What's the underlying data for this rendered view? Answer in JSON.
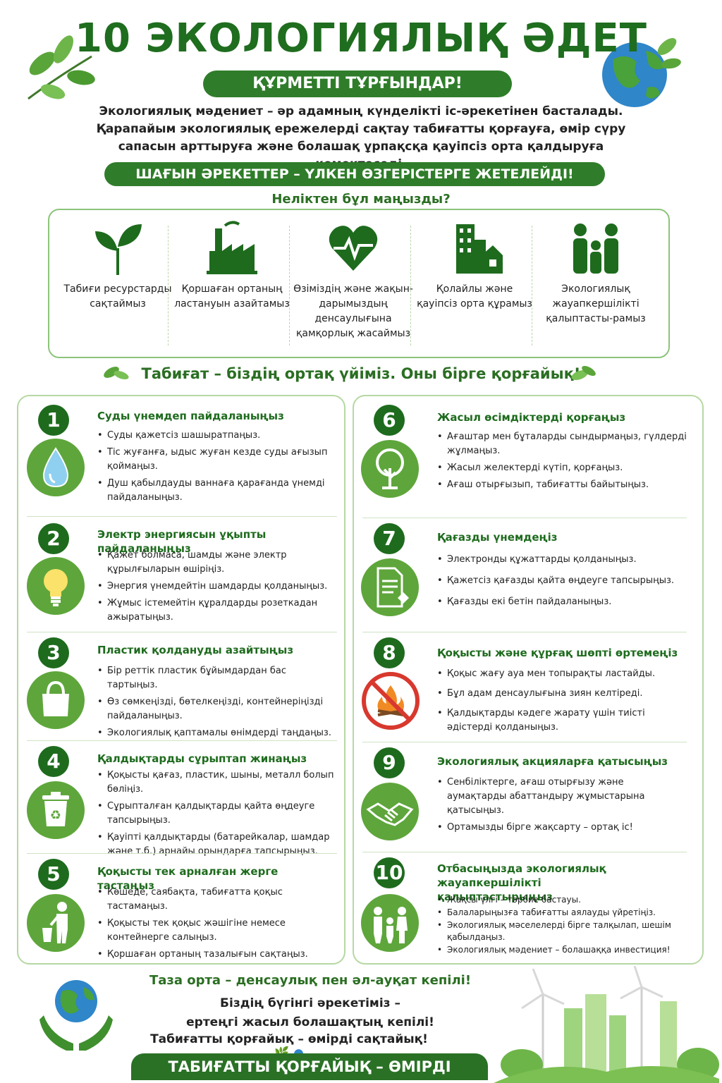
{
  "header": {
    "title": "10 ЭКОЛОГИЯЛЫҚ ӘДЕТ",
    "greeting": "ҚҰРМЕТТІ ТҰРҒЫНДАР!",
    "intro": "Экологиялық мәдениет – әр адамның күнделікті іс-әрекетінен басталады. Қарапайым экологиялық ережелерді сақтау табиғатты қорғауға, өмір сүру сапасын арттыруға және болашақ ұрпақсқа қауіпсіз орта қалдыруға көмектеседі.",
    "slogan": "ШАҒЫН ӘРЕКЕТТЕР – ҮЛКЕН ӨЗГЕРІСТЕРГЕ ЖЕТЕЛЕЙДІ!"
  },
  "why": {
    "title": "Неліктен бұл маңызды?",
    "items": [
      {
        "icon": "sprout-icon",
        "label": "Табиғи ресурстарды сақтаймыз"
      },
      {
        "icon": "factory-icon",
        "label": "Қоршаған ортаның ластануын азайтамыз"
      },
      {
        "icon": "heart-pulse-icon",
        "label": "Өзіміздің және жақын-дарымыздың денсаулығына қамқорлық жасаймыз"
      },
      {
        "icon": "city-icon",
        "label": "Қолайлы және қауіпсіз орта құрамыз"
      },
      {
        "icon": "family-icon",
        "label": "Экологиялық жауапкершілікті қалыптасты-рамыз"
      }
    ]
  },
  "nature_slogan": "Табиғат – біздің ортақ үйіміз. Оны бірге қорғайық!",
  "habits": [
    {
      "num": "1",
      "icon": "water-drop-icon",
      "title": "Суды үнемдеп пайдаланыңыз",
      "items": [
        "Суды қажетсіз шашыратпаңыз.",
        "Тіс жуғанға, ыдыс жуған кезде суды ағызып қоймаңыз.",
        "Душ қабылдауды ваннаға қарағанда үнемді пайдаланыңыз."
      ]
    },
    {
      "num": "2",
      "icon": "light-bulb-icon",
      "title": "Электр энергиясын ұқыпты пайдаланыңыз",
      "items": [
        "Қажет болмаса, шамды және электр құрылғыларын өшіріңіз.",
        "Энергия үнемдейтін шамдарды қолданыңыз.",
        "Жұмыс істемейтін құралдарды розеткадан ажыратыңыз."
      ]
    },
    {
      "num": "3",
      "icon": "shopping-bag-icon",
      "title": "Пластик қолдануды азайтыңыз",
      "items": [
        "Бір реттік пластик бұйымдардан бас тартыңыз.",
        "Өз сөмкеңізді, бөтелкеңізді, контейнеріңізді пайдаланыңыз.",
        "Экологиялық қаптамалы өнімдерді таңдаңыз."
      ]
    },
    {
      "num": "4",
      "icon": "recycle-bin-icon",
      "title": "Қалдықтарды сұрыптап жинаңыз",
      "items": [
        "Қоқысты қағаз, пластик, шыны, металл болып бөліңіз.",
        "Сұрыпталған қалдықтарды қайта өңдеуге тапсырыңыз.",
        "Қауіпті қалдықтарды (батарейкалар, шамдар және т.б.) арнайы орындарға тапсырыңыз."
      ]
    },
    {
      "num": "5",
      "icon": "person-trash-icon",
      "title": "Қоқысты тек арналған жерге тастаңыз",
      "items": [
        "Көшеде, саябақта, табиғатта қоқыс тастамаңыз.",
        "Қоқысты тек қоқыс жәшігіне немесе контейнерге салыңыз.",
        "Қоршаған ортаның тазалығын сақтаңыз."
      ]
    },
    {
      "num": "6",
      "icon": "tree-icon",
      "title": "Жасыл өсімдіктерді қорғаңыз",
      "items": [
        "Ағаштар мен бұталарды сындырмаңыз, гүлдерді жұлмаңыз.",
        "Жасыл желектерді күтіп, қорғаңыз.",
        "Ағаш отырғызып, табиғатты байытыңыз."
      ]
    },
    {
      "num": "7",
      "icon": "document-icon",
      "title": "Қағазды үнемдеңіз",
      "items": [
        "Электронды құжаттарды қолданыңыз.",
        "Қажетсіз қағазды қайта өңдеуге тапсырыңыз.",
        "Қағазды екі бетін пайдаланыңыз."
      ]
    },
    {
      "num": "8",
      "icon": "no-fire-icon",
      "title": "Қоқысты және құрғақ шөпті өртемеңіз",
      "items": [
        "Қоқыс жағу ауа мен топырақты ластайды.",
        "Бұл адам денсаулығына зиян келтіреді.",
        "Қалдықтарды кәдеге жарату үшін тиісті әдістерді қолданыңыз."
      ]
    },
    {
      "num": "9",
      "icon": "handshake-icon",
      "title": "Экологиялық акцияларға қатысыңыз",
      "items": [
        "Сенбіліктерге, ағаш отырғызу және аумақтарды абаттандыру жұмыстарына қатысыңыз.",
        "Ортамызды бірге жақсарту – ортақ іс!"
      ]
    },
    {
      "num": "10",
      "icon": "family-icon",
      "title": "Отбасыңызда экологиялық жауапкершілікті қалыптастырыңыз",
      "items": [
        "Жақсы үлгі – тәрбие бастауы.",
        "Балаларыңызға табиғатты аялауды үйретіңіз.",
        "Экологиялық мәселелерді бірге талқылап, шешім қабылдаңыз.",
        "Экологиялық мәдениет – болашаққа инвестиция!"
      ]
    }
  ],
  "footer": {
    "line1": "Таза орта – денсаулық пен әл-ауқат кепілі!",
    "line2": "Біздің бүгінгі әрекетіміз –",
    "line3": "ертеңгі жасыл болашақтың кепілі!",
    "line4": "Табиғатты қорғайық – өмірді сақтайық!",
    "banner": "ТАБИҒАТТЫ ҚОРҒАЙЫҚ – ӨМІРДІ САҚТАЙЫҚ!"
  },
  "colors": {
    "primary": "#2f7d2a",
    "dark": "#1e6b1e",
    "icon_bg": "#5ea63b",
    "border": "#b5d8a3"
  }
}
